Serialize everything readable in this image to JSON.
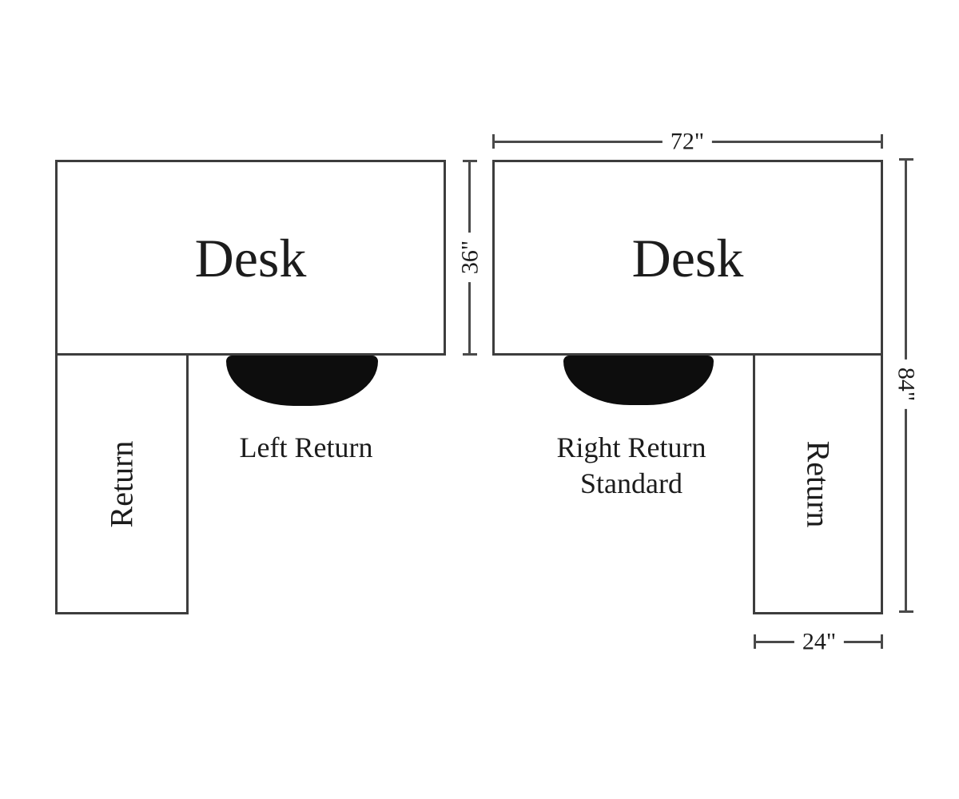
{
  "diagram": {
    "left_config": {
      "desk_label": "Desk",
      "return_label": "Return",
      "caption": "Left Return"
    },
    "right_config": {
      "desk_label": "Desk",
      "return_label": "Return",
      "caption": "Right Return\nStandard"
    },
    "dimensions": {
      "desk_width": "72\"",
      "desk_depth": "36\"",
      "overall_depth": "84\"",
      "return_width": "24\""
    },
    "icons": {
      "chair": "chair-seat-silhouette"
    },
    "colors": {
      "background": "#ffffff",
      "outline": "#3d3d3d",
      "dimension_line": "#4a4a4a",
      "text": "#1c1c1c",
      "chair_fill": "#0d0d0d"
    }
  }
}
